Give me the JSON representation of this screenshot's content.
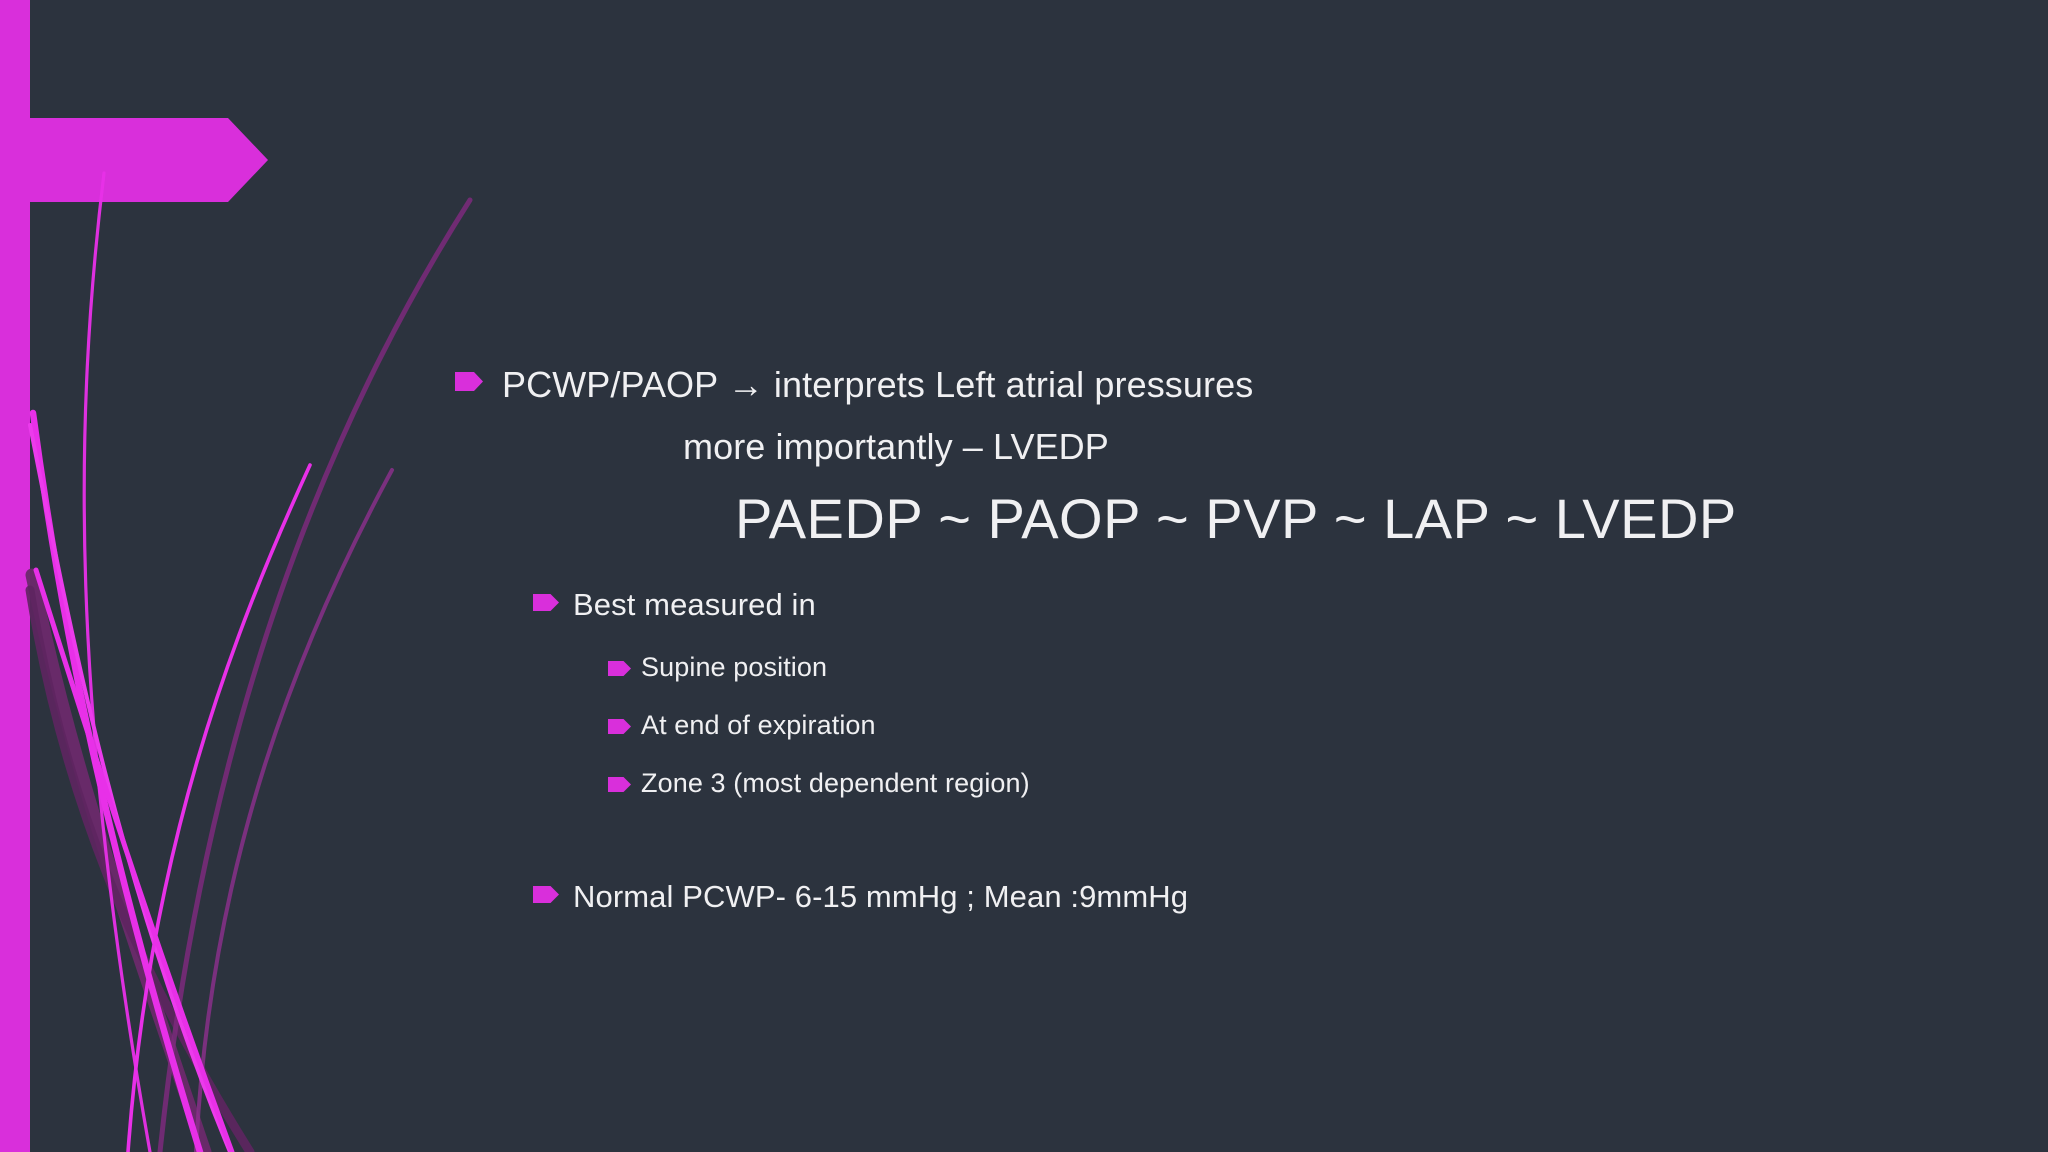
{
  "slide": {
    "background_color": "#2c333e",
    "accent_color": "#d92fdb",
    "text_color": "#f0f0f2",
    "strand_bright_color": "#e830e8",
    "strand_dark_color": "#6b2a6b"
  },
  "decorations": {
    "accent_band_name": "left-accent-band",
    "accent_arrow_name": "accent-arrow-shape",
    "grass_name": "grass-strands-graphic"
  },
  "body": {
    "bullets": [
      {
        "id": "b1",
        "level": 1,
        "text": "PCWP/PAOP → interprets Left atrial pressures",
        "has_marker": true
      },
      {
        "id": "b2",
        "level": 1,
        "text": "more importantly – LVEDP",
        "has_marker": false
      },
      {
        "id": "b3",
        "level": 1,
        "text": "PAEDP ~ PAOP ~ PVP  ~ LAP ~ LVEDP",
        "has_marker": false
      },
      {
        "id": "b4",
        "level": 1,
        "text": "Best measured in",
        "has_marker": true
      },
      {
        "id": "b5",
        "level": 2,
        "text": "Supine position",
        "has_marker": true
      },
      {
        "id": "b6",
        "level": 2,
        "text": "At end of expiration",
        "has_marker": true
      },
      {
        "id": "b7",
        "level": 2,
        "text": "Zone 3 (most dependent region)",
        "has_marker": true
      },
      {
        "id": "b8",
        "level": 1,
        "text": "Normal PCWP- 6-15 mmHg ; Mean :9mmHg",
        "has_marker": true
      }
    ]
  }
}
